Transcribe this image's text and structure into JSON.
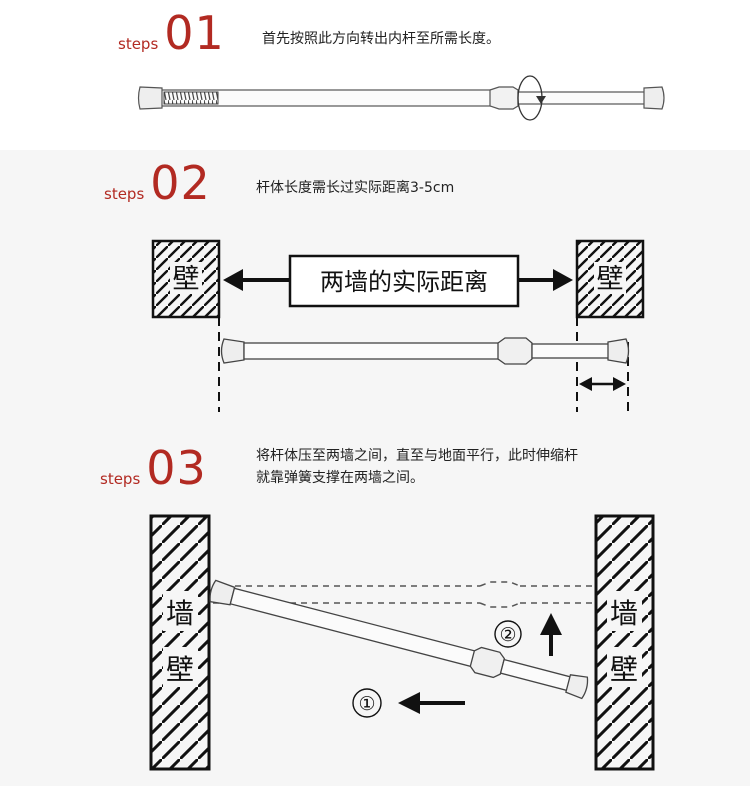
{
  "step1": {
    "label": "steps",
    "number": "01",
    "text": "首先按照此方向转出内杆至所需长度。"
  },
  "step2": {
    "label": "steps",
    "number": "02",
    "text": "杆体长度需长过实际距离3-5cm",
    "wall_left": "壁",
    "wall_right": "壁",
    "distance_label": "两墙的实际距离"
  },
  "step3": {
    "label": "steps",
    "number": "03",
    "text_line1": "将杆体压至两墙之间，直至与地面平行，此时伸缩杆",
    "text_line2": "就靠弹簧支撑在两墙之间。",
    "wall_left_top": "墙",
    "wall_left_bottom": "壁",
    "wall_right_top": "墙",
    "wall_right_bottom": "壁",
    "marker1": "①",
    "marker2": "②"
  }
}
